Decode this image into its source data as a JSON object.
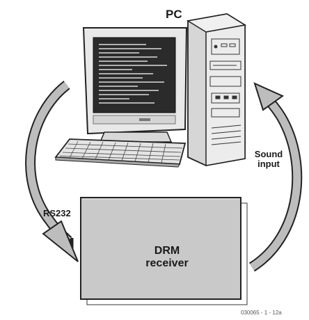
{
  "labels": {
    "pc": "PC",
    "sound_input": "Sound\ninput",
    "rs232": "RS232",
    "drm_receiver": "DRM\nreceiver",
    "figure_number": "030065 - 1 - 12a"
  },
  "colors": {
    "background": "#ffffff",
    "box_fill": "#c9c9c9",
    "arrow_fill": "#bdbdbd",
    "screen_dark": "#2b2b2b",
    "line": "#222222"
  }
}
